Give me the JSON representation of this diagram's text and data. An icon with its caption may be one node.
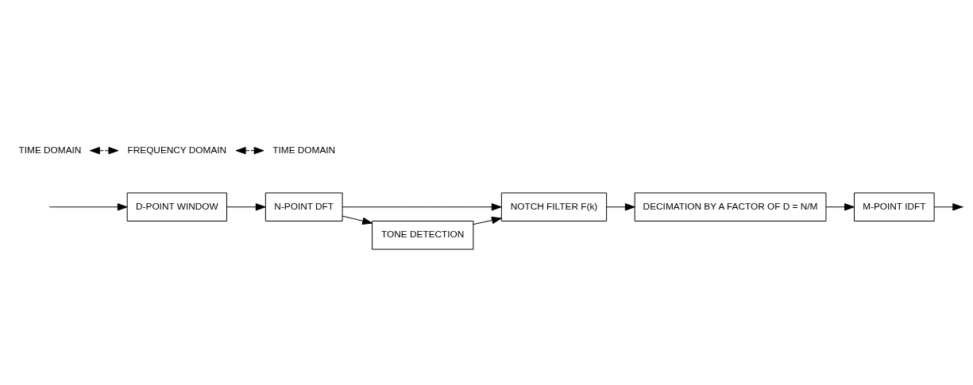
{
  "diagram": {
    "nodes": [
      {
        "text": [
          "D-POINT WINDOW"
        ]
      },
      {
        "text": [
          "N-POINT DFT"
        ]
      },
      {
        "text": [
          "NOTCH FILTER F(k)"
        ]
      },
      {
        "text": [
          "DECIMATION BY A FACTOR OF D = N/M"
        ]
      },
      {
        "text": [
          "M-POINT IDFT"
        ]
      },
      {
        "text": [
          "TONE DETECTION"
        ]
      }
    ],
    "edges": [
      {
        "from": null,
        "to": 0,
        "arrow": "to"
      },
      {
        "from": 0,
        "to": 1,
        "arrow": "to"
      },
      {
        "from": 1,
        "to": 2,
        "arrow": "to"
      },
      {
        "from": 1,
        "to": 5,
        "arrow": "to"
      },
      {
        "from": 5,
        "to": 2,
        "arrow": "to"
      },
      {
        "from": 2,
        "to": 3,
        "arrow": "to"
      },
      {
        "from": 3,
        "to": 4,
        "arrow": "to"
      },
      {
        "from": 4,
        "to": null,
        "arrow": "to"
      }
    ],
    "labels": [
      "TIME DOMAIN",
      "FREQUENCY DOMAIN",
      "TIME DOMAIN"
    ]
  }
}
